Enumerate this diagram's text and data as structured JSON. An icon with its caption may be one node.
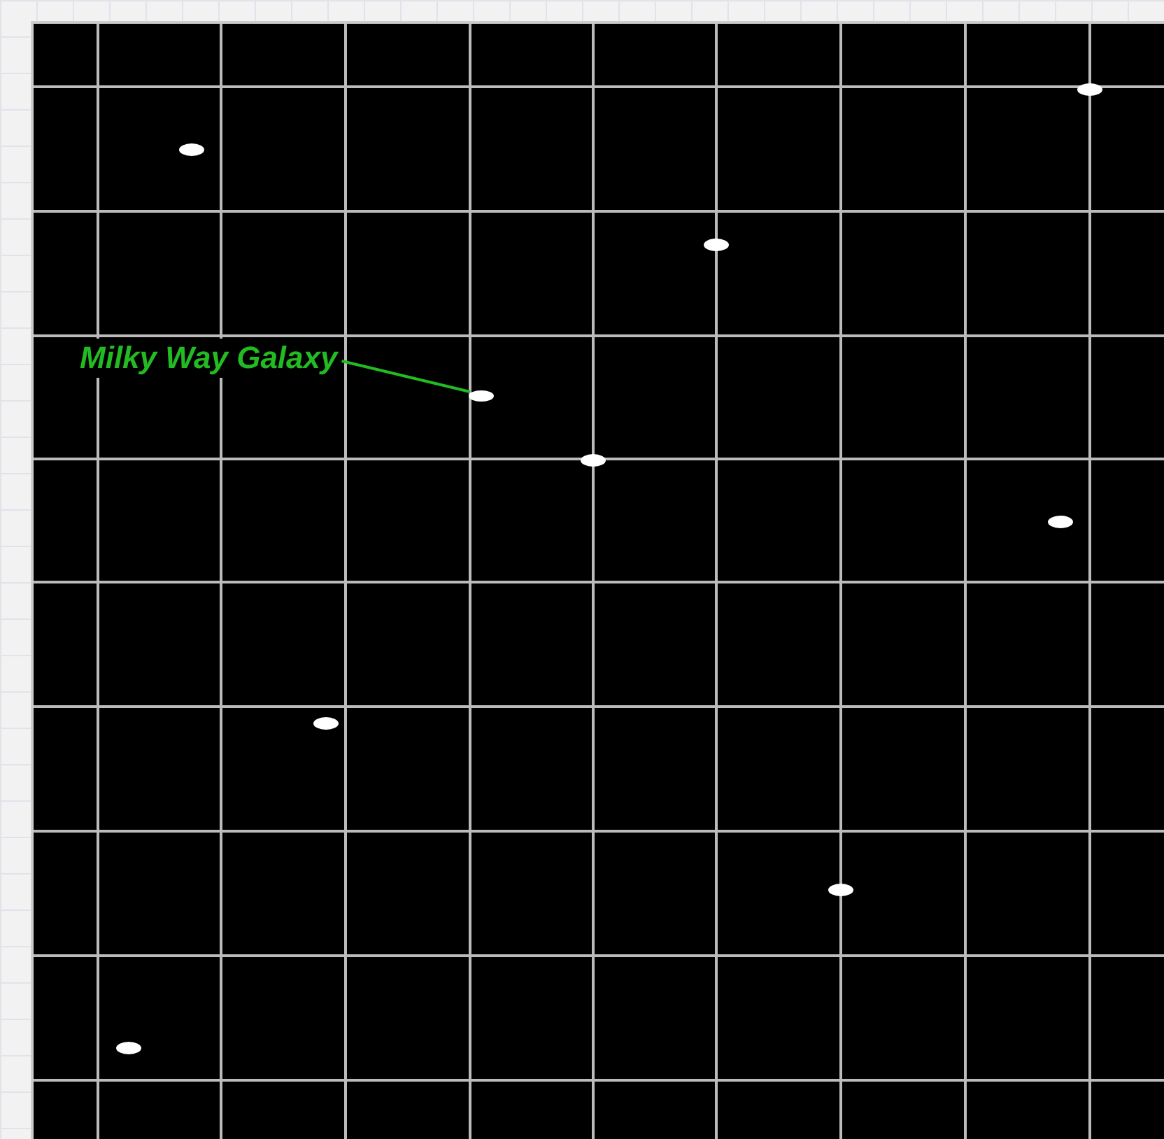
{
  "diagram": {
    "nodes": [
      {
        "text": [
          "Milky Way Galaxy"
        ]
      },
      {
        "text": [],
        "shape": "ellipse"
      }
    ],
    "edges": [
      {
        "from": 0,
        "to": 1,
        "arrow": "none"
      }
    ]
  }
}
